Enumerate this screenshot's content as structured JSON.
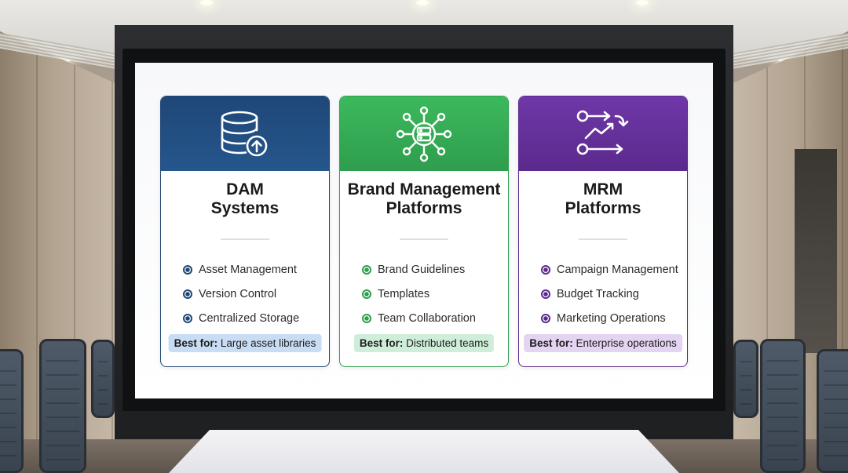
{
  "colors": {
    "dam_accent": "#1f4777",
    "brand_accent": "#2f9d4e",
    "mrm_accent": "#5a2a8c"
  },
  "cards": [
    {
      "id": "dam",
      "icon": "database-upload-icon",
      "title_line1": "DAM",
      "title_line2": "Systems",
      "features": [
        "Asset Management",
        "Version Control",
        "Centralized Storage"
      ],
      "best_for_label": "Best for:",
      "best_for_value": "Large asset libraries"
    },
    {
      "id": "brand",
      "icon": "server-network-icon",
      "title_line1": "Brand Management",
      "title_line2": "Platforms",
      "features": [
        "Brand Guidelines",
        "Templates",
        "Team Collaboration"
      ],
      "best_for_label": "Best for:",
      "best_for_value": "Distributed teams"
    },
    {
      "id": "mrm",
      "icon": "workflow-arrows-icon",
      "title_line1": "MRM",
      "title_line2": "Platforms",
      "features": [
        "Campaign Management",
        "Budget Tracking",
        "Marketing Operations"
      ],
      "best_for_label": "Best for:",
      "best_for_value": "Enterprise operations"
    }
  ]
}
